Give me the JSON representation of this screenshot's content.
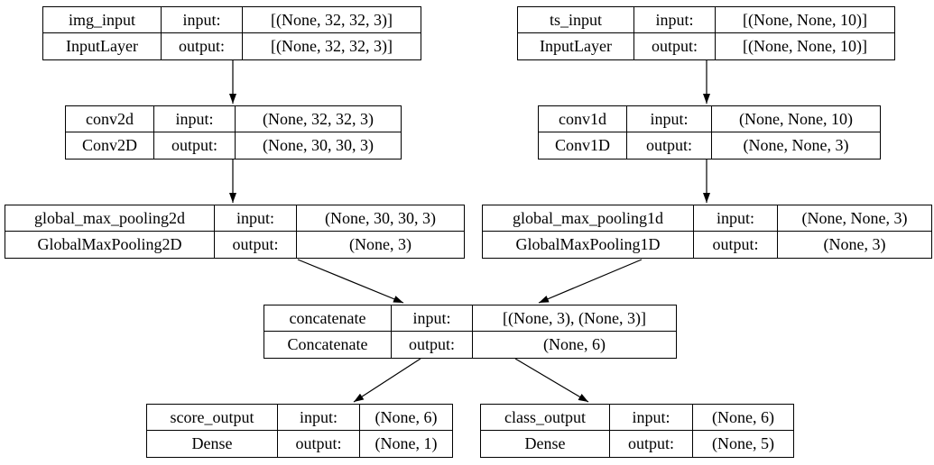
{
  "diagram": {
    "background_color": "#ffffff",
    "border_color": "#000000",
    "text_color": "#000000",
    "labels": {
      "input": "input:",
      "output": "output:"
    },
    "nodes": [
      {
        "id": "img_input",
        "name": "img_input",
        "type": "InputLayer",
        "input": "[(None, 32, 32, 3)]",
        "output": "[(None, 32, 32, 3)]"
      },
      {
        "id": "ts_input",
        "name": "ts_input",
        "type": "InputLayer",
        "input": "[(None, None, 10)]",
        "output": "[(None, None, 10)]"
      },
      {
        "id": "conv2d",
        "name": "conv2d",
        "type": "Conv2D",
        "input": "(None, 32, 32, 3)",
        "output": "(None, 30, 30, 3)"
      },
      {
        "id": "conv1d",
        "name": "conv1d",
        "type": "Conv1D",
        "input": "(None, None, 10)",
        "output": "(None, None, 3)"
      },
      {
        "id": "global_max_pooling2d",
        "name": "global_max_pooling2d",
        "type": "GlobalMaxPooling2D",
        "input": "(None, 30, 30, 3)",
        "output": "(None, 3)"
      },
      {
        "id": "global_max_pooling1d",
        "name": "global_max_pooling1d",
        "type": "GlobalMaxPooling1D",
        "input": "(None, None, 3)",
        "output": "(None, 3)"
      },
      {
        "id": "concatenate",
        "name": "concatenate",
        "type": "Concatenate",
        "input": "[(None, 3), (None, 3)]",
        "output": "(None, 6)"
      },
      {
        "id": "score_output",
        "name": "score_output",
        "type": "Dense",
        "input": "(None, 6)",
        "output": "(None, 1)"
      },
      {
        "id": "class_output",
        "name": "class_output",
        "type": "Dense",
        "input": "(None, 6)",
        "output": "(None, 5)"
      }
    ],
    "edges": [
      {
        "from": "img_input",
        "to": "conv2d"
      },
      {
        "from": "ts_input",
        "to": "conv1d"
      },
      {
        "from": "conv2d",
        "to": "global_max_pooling2d"
      },
      {
        "from": "conv1d",
        "to": "global_max_pooling1d"
      },
      {
        "from": "global_max_pooling2d",
        "to": "concatenate"
      },
      {
        "from": "global_max_pooling1d",
        "to": "concatenate"
      },
      {
        "from": "concatenate",
        "to": "score_output"
      },
      {
        "from": "concatenate",
        "to": "class_output"
      }
    ]
  }
}
